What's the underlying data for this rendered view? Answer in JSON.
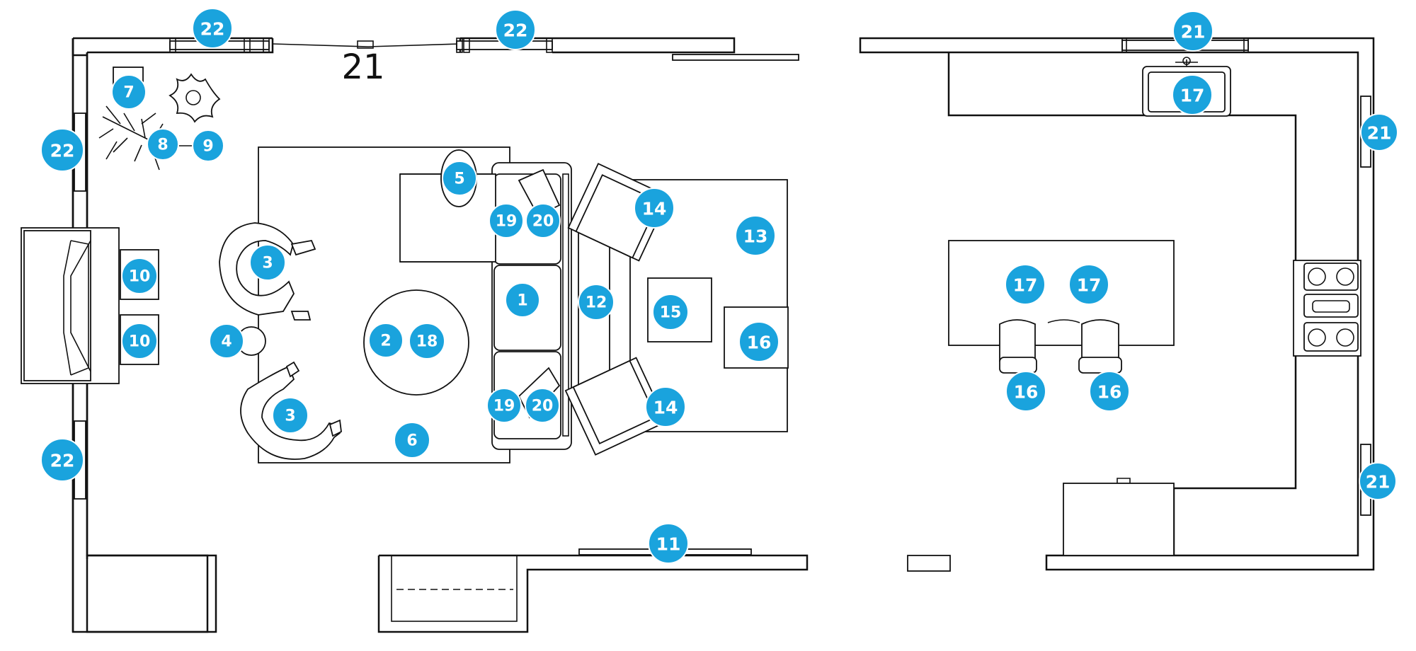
{
  "markers": [
    {
      "id": "m22-top-left",
      "label": "22"
    },
    {
      "id": "m22-top-mid",
      "label": "22"
    },
    {
      "id": "m21-top-right",
      "label": "21"
    },
    {
      "id": "m7",
      "label": "7"
    },
    {
      "id": "m8",
      "label": "8"
    },
    {
      "id": "m9",
      "label": "9"
    },
    {
      "id": "m22-left-upper",
      "label": "22"
    },
    {
      "id": "m21-right-upper",
      "label": "21"
    },
    {
      "id": "m17-sink",
      "label": "17"
    },
    {
      "id": "m5",
      "label": "5"
    },
    {
      "id": "m14-top",
      "label": "14"
    },
    {
      "id": "m19-top",
      "label": "19"
    },
    {
      "id": "m20-top",
      "label": "20"
    },
    {
      "id": "m13",
      "label": "13"
    },
    {
      "id": "m3-top",
      "label": "3"
    },
    {
      "id": "m10-top",
      "label": "10"
    },
    {
      "id": "m1",
      "label": "1"
    },
    {
      "id": "m12",
      "label": "12"
    },
    {
      "id": "m15",
      "label": "15"
    },
    {
      "id": "m17-island-a",
      "label": "17"
    },
    {
      "id": "m17-island-b",
      "label": "17"
    },
    {
      "id": "m2",
      "label": "2"
    },
    {
      "id": "m18",
      "label": "18"
    },
    {
      "id": "m4",
      "label": "4"
    },
    {
      "id": "m10-bottom",
      "label": "10"
    },
    {
      "id": "m16-table",
      "label": "16"
    },
    {
      "id": "m16-stool-a",
      "label": "16"
    },
    {
      "id": "m16-stool-b",
      "label": "16"
    },
    {
      "id": "m19-bottom",
      "label": "19"
    },
    {
      "id": "m20-bottom",
      "label": "20"
    },
    {
      "id": "m14-bottom",
      "label": "14"
    },
    {
      "id": "m3-bottom",
      "label": "3"
    },
    {
      "id": "m6",
      "label": "6"
    },
    {
      "id": "m22-left-lower",
      "label": "22"
    },
    {
      "id": "m21-right-lower",
      "label": "21"
    },
    {
      "id": "m11",
      "label": "11"
    }
  ],
  "plain_labels": [
    {
      "id": "door-21",
      "label": "21"
    }
  ],
  "colors": {
    "marker_fill": "#1aa3dd",
    "marker_text": "#ffffff",
    "line": "#111111"
  }
}
